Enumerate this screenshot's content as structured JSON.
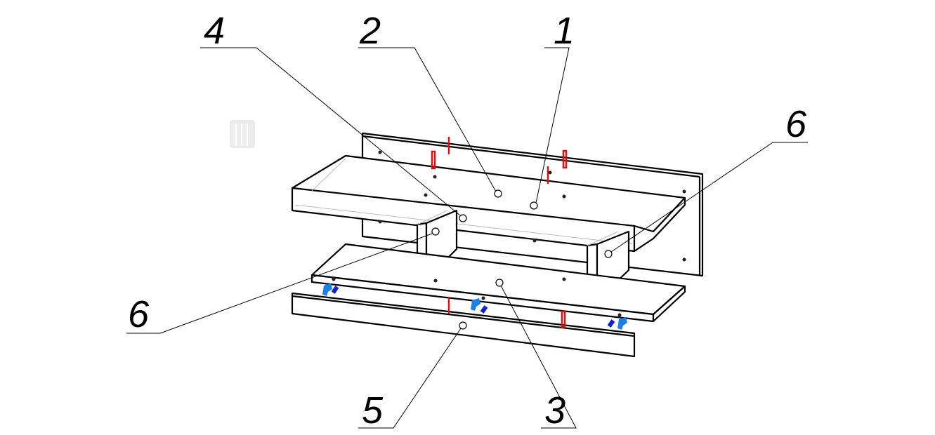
{
  "diagram": {
    "type": "exploded-assembly",
    "part_labels": {
      "label_1": "1",
      "label_2": "2",
      "label_3": "3",
      "label_4": "4",
      "label_5": "5",
      "label_6_right": "6",
      "label_6_left": "6"
    },
    "colors": {
      "outline": "#000000",
      "hidden_lines": "#bbbbbb",
      "pin_fasteners": "#e01010",
      "cam_connectors": "#1a7fe8",
      "cam_bolts": "#1020d0"
    }
  }
}
